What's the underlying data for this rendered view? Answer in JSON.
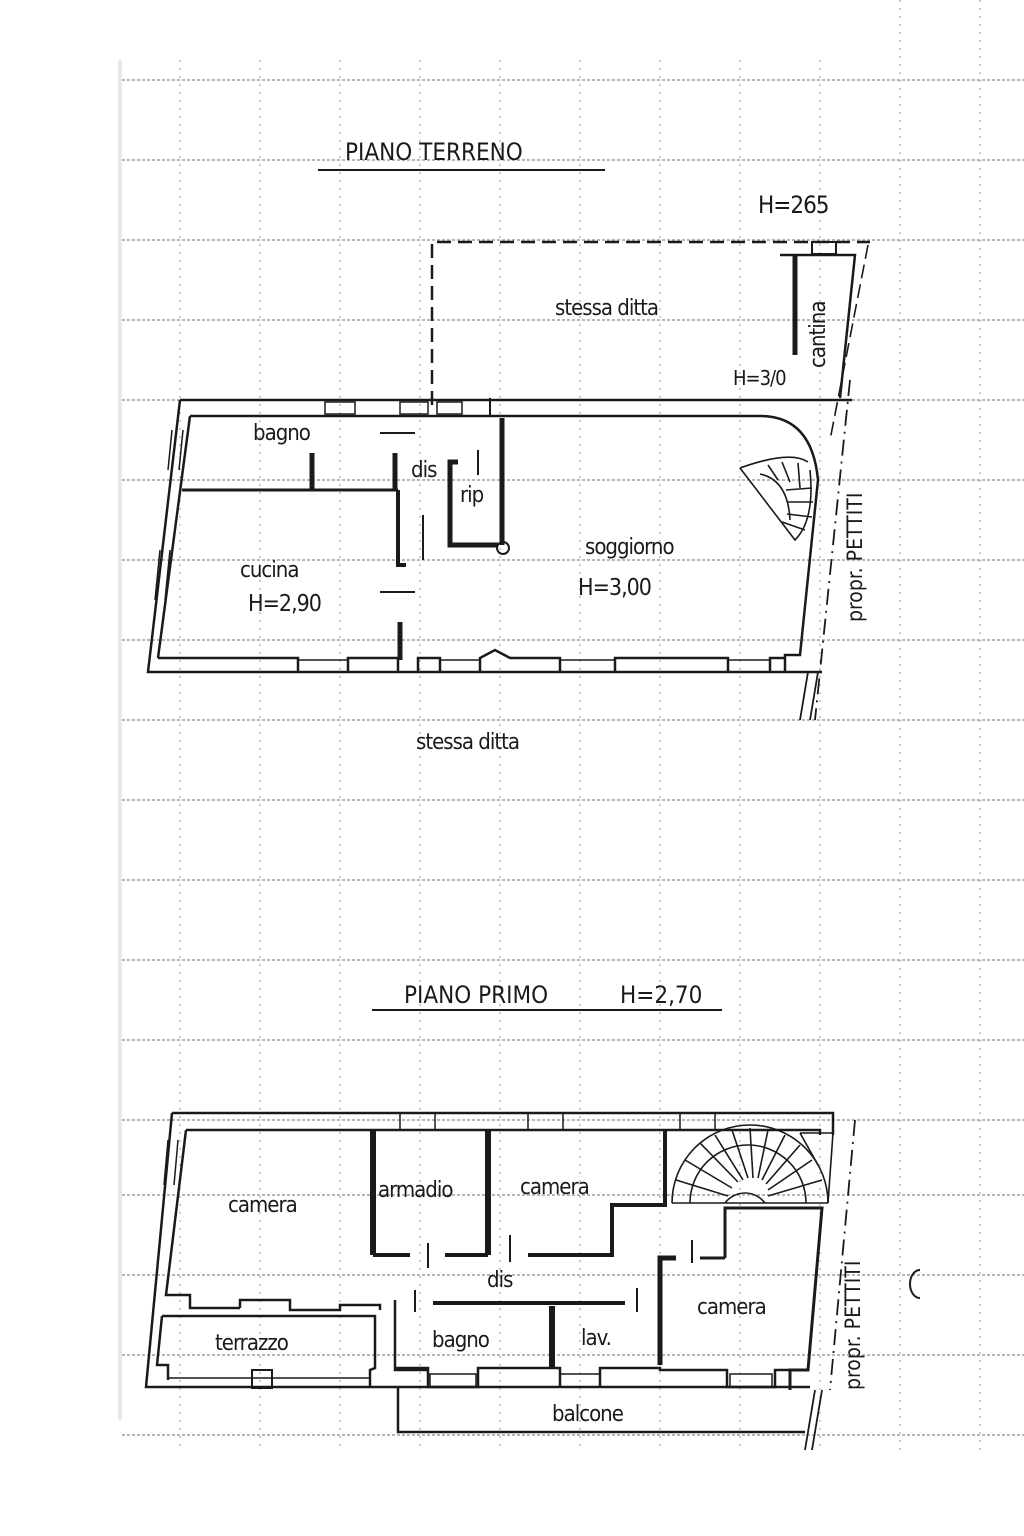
{
  "document": {
    "type": "floor plan",
    "colors": {
      "ink": "#1a1a1a",
      "grid": "#777777",
      "paper": "#ffffff"
    }
  },
  "ground_floor": {
    "title": "PIANO TERRENO",
    "rooms": [
      {
        "id": "stessa-ditta-top",
        "label": "stessa ditta"
      },
      {
        "id": "cantina",
        "label": "cantina",
        "height": "H=265",
        "height2": "H=3/0"
      },
      {
        "id": "bagno",
        "label": "bagno"
      },
      {
        "id": "dis",
        "label": "dis"
      },
      {
        "id": "rip",
        "label": "rip"
      },
      {
        "id": "cucina",
        "label": "cucina",
        "height": "H=2,90"
      },
      {
        "id": "soggiorno",
        "label": "soggiorno",
        "height": "H=3,00"
      }
    ],
    "adjacent_bottom": "stessa ditta",
    "adjacent_right": "propr. PETTITI"
  },
  "first_floor": {
    "title": "PIANO PRIMO",
    "height": "H=2,70",
    "rooms": [
      {
        "id": "camera-1",
        "label": "camera"
      },
      {
        "id": "armadio",
        "label": "armadio"
      },
      {
        "id": "camera-2",
        "label": "camera"
      },
      {
        "id": "dis",
        "label": "dis"
      },
      {
        "id": "camera-3",
        "label": "camera"
      },
      {
        "id": "terrazzo",
        "label": "terrazzo"
      },
      {
        "id": "bagno",
        "label": "bagno"
      },
      {
        "id": "lav",
        "label": "lav."
      },
      {
        "id": "balcone",
        "label": "balcone"
      }
    ],
    "adjacent_right": "propr. PETTITI"
  }
}
